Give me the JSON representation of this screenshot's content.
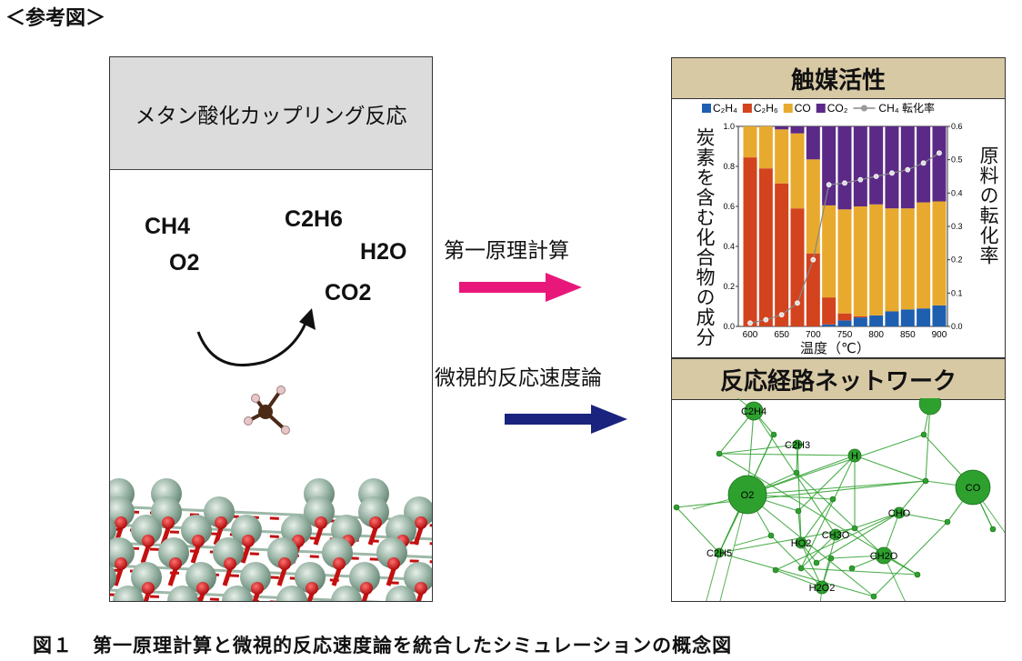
{
  "ref_title": "＜参考図＞",
  "left_panel": {
    "header": "メタン酸化カップリング反応",
    "molecules": [
      {
        "label": "CH",
        "sub": "4"
      },
      {
        "label": "O",
        "sub": "2"
      },
      {
        "label": "C",
        "sub": "2",
        "rest": "H",
        "sub2": "6"
      },
      {
        "label": "H",
        "sub": "2",
        "rest": "O"
      },
      {
        "label": "CO",
        "sub": "2"
      }
    ]
  },
  "arrows": {
    "first_principles": {
      "label": "第一原理計算",
      "color": "#e8187a"
    },
    "microkinetics": {
      "label": "微視的反応速度論",
      "color": "#1a237e"
    }
  },
  "catalyst_panel": {
    "title": "触媒活性"
  },
  "network_panel": {
    "title": "反応経路ネットワーク",
    "nodes": [
      {
        "label": "C2H4"
      },
      {
        "label": "C2H3"
      },
      {
        "label": "H"
      },
      {
        "label": "O2"
      },
      {
        "label": "CO"
      },
      {
        "label": "CHO"
      },
      {
        "label": "CH3O"
      },
      {
        "label": "HO2"
      },
      {
        "label": "C2H5"
      },
      {
        "label": "CH2O"
      },
      {
        "label": "H2O2"
      }
    ],
    "color": "#2ea02e"
  },
  "chart_data": {
    "type": "bar",
    "stacked": true,
    "x": [
      600,
      625,
      650,
      675,
      700,
      725,
      750,
      775,
      800,
      825,
      850,
      875,
      900
    ],
    "xticks": [
      "600",
      "650",
      "700",
      "750",
      "800",
      "850",
      "900"
    ],
    "xlabel": "温度（℃）",
    "ylabel": "炭素を含む化合物の成分",
    "ylim": [
      0,
      1.0
    ],
    "yticks": [
      "0.0",
      "0.2",
      "0.4",
      "0.6",
      "0.8",
      "1.0"
    ],
    "y2label": "原料の転化率",
    "y2lim": [
      0,
      0.6
    ],
    "y2ticks": [
      "0.0",
      "0.1",
      "0.2",
      "0.3",
      "0.4",
      "0.5",
      "0.6"
    ],
    "legend_position": "top",
    "series": [
      {
        "name": "C2H4",
        "legend": "C₂H₄",
        "color": "#1f5fb0",
        "values": [
          0,
          0,
          0,
          0,
          0,
          0.01,
          0.03,
          0.045,
          0.055,
          0.075,
          0.085,
          0.09,
          0.105
        ]
      },
      {
        "name": "C2H6",
        "legend": "C₂H₆",
        "color": "#d2431e",
        "values": [
          0.845,
          0.79,
          0.715,
          0.59,
          0.365,
          0.135,
          0.035,
          0.005,
          0,
          0,
          0,
          0,
          0
        ]
      },
      {
        "name": "CO",
        "legend": "CO",
        "color": "#e8aa2e",
        "values": [
          0.155,
          0.21,
          0.27,
          0.375,
          0.47,
          0.46,
          0.52,
          0.55,
          0.555,
          0.515,
          0.505,
          0.53,
          0.52
        ]
      },
      {
        "name": "CO2",
        "legend": "CO₂",
        "color": "#5b2a86",
        "values": [
          0,
          0,
          0.015,
          0.035,
          0.165,
          0.395,
          0.415,
          0.4,
          0.39,
          0.41,
          0.41,
          0.38,
          0.375
        ]
      }
    ],
    "line_series": {
      "name": "CH4 転化率",
      "legend": "CH₄ 転化率",
      "axis": "right",
      "color": "#888888",
      "values": [
        0.01,
        0.02,
        0.035,
        0.07,
        0.2,
        0.425,
        0.43,
        0.44,
        0.45,
        0.46,
        0.47,
        0.49,
        0.52
      ]
    }
  },
  "caption": "図１　第一原理計算と微視的反応速度論を統合したシミュレーションの概念図"
}
